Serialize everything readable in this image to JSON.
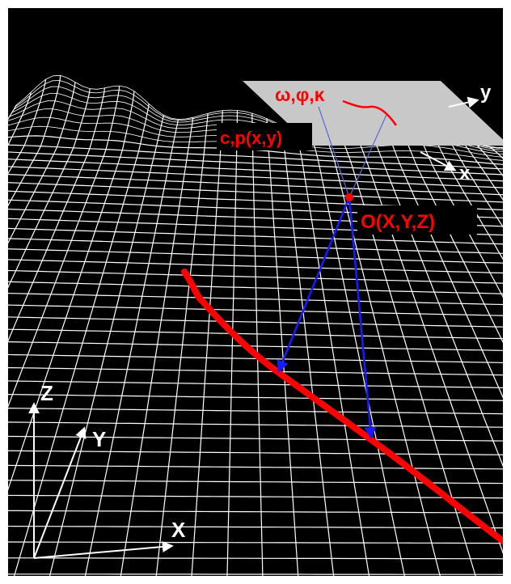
{
  "labels": {
    "angles": "ω,φ,κ",
    "image_axis_y": "y",
    "image_axis_x": "x",
    "principal_point": "c,p(x,y)",
    "projection_center": "O(X,Y,Z)",
    "world_axis_z": "Z",
    "world_axis_y": "Y",
    "world_axis_x": "X"
  },
  "colors": {
    "background": "#000000",
    "frame": "#ffffff",
    "mesh": "#ffffff",
    "feature_line": "#ff0000",
    "label_red": "#ff0000",
    "label_bg": "#000000",
    "ray": "#1a1aff",
    "image_plane": "#c8c8c8",
    "axis_white": "#ffffff"
  }
}
